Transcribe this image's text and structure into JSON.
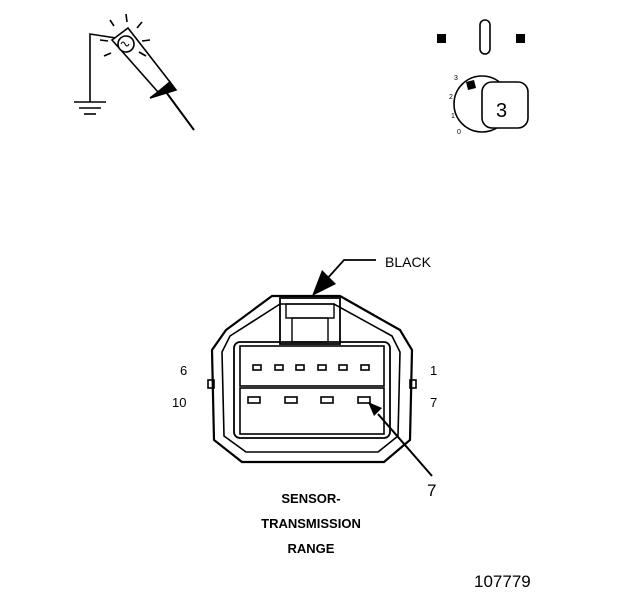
{
  "wire_color": "BLACK",
  "pin_labels": {
    "top_left": "6",
    "top_right": "1",
    "bottom_left": "10",
    "bottom_right": "7"
  },
  "callout_pin": "7",
  "connector_name": [
    "SENSOR-",
    "TRANSMISSION",
    "RANGE"
  ],
  "ignition_positions": [
    "3",
    "2",
    "1",
    "0"
  ],
  "ignition_key_position": "3",
  "figure_number": "107779",
  "icons": [
    "test-light-icon",
    "ground-symbol-icon",
    "ignition-key-icon"
  ],
  "colors": {
    "ink": "#000000",
    "background": "#ffffff"
  }
}
